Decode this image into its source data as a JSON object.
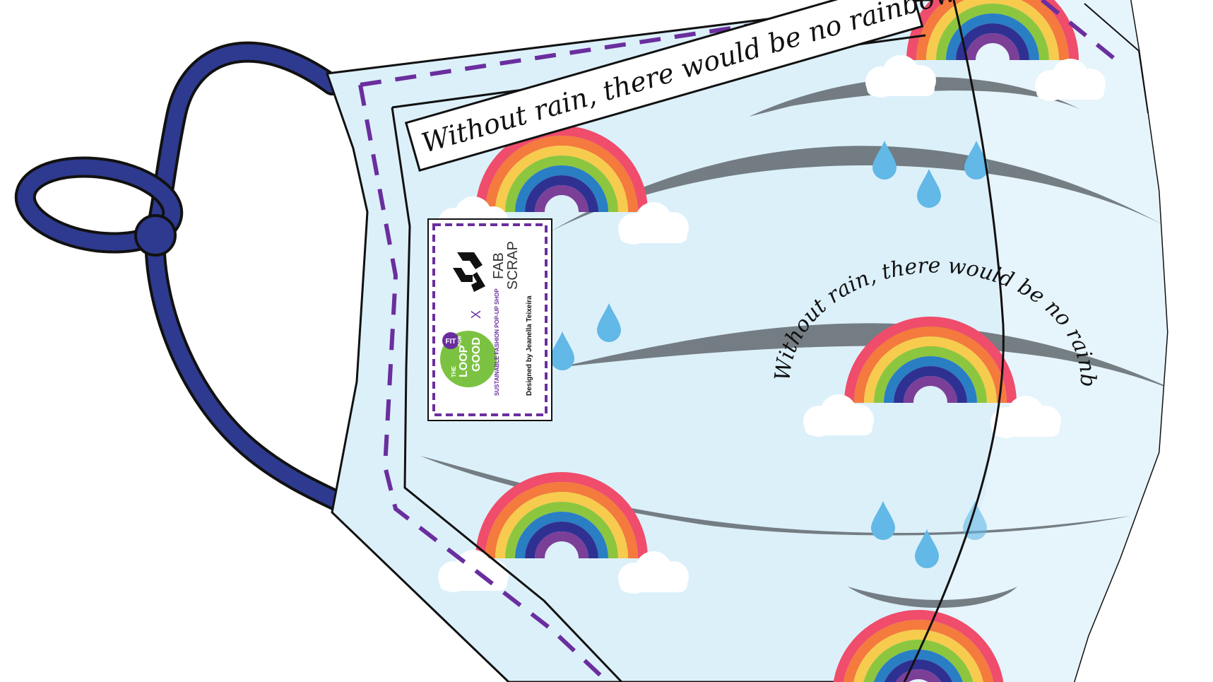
{
  "slogan": {
    "banner_text": "Without rain, there would be no rainbows",
    "arc_text": "Without rain, there would be no rainbows"
  },
  "tag": {
    "brand_name_line1": "FAB",
    "brand_name_line2": "SCRAP",
    "collab_x": "X",
    "designer_credit": "Designed by Jeanella Teixeira",
    "badge_fit": "FIT",
    "loop_the": "THE",
    "loop_word": "LOOP",
    "loop_for": "FOR",
    "loop_good": "GOOD",
    "loop_ring": "SUSTAINABLE FASHION POP-UP SHOP"
  },
  "colors": {
    "fabric": "#dcf0fa",
    "fabric_side": "#e6f4fb",
    "strap": "#2e3a8f",
    "stitch": "#6a2e9e",
    "drop": "#62b8e6",
    "shadow": "#6a7378",
    "loop_green": "#7cc242",
    "fit_purple": "#6a2e9e"
  }
}
